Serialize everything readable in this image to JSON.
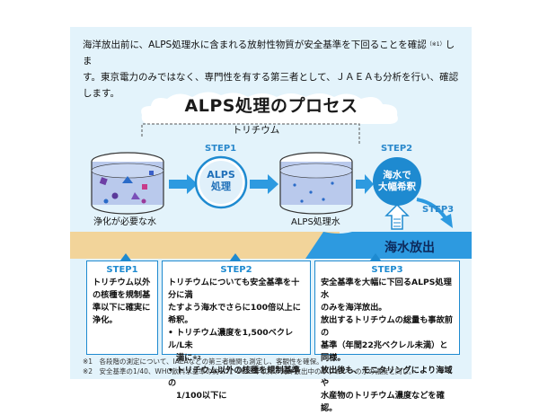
{
  "intro": {
    "line1": "海洋放出前に、ALPS処理水に含まれる放射性物質が安全基準を下回ることを確認",
    "note_mark": "（※1）",
    "line1_end": "しま",
    "line2": "す。東京電力のみではなく、専門性を有する第三者として、ＪＡＥＡも分析を行い、確認します。"
  },
  "title": "ALPS処理のプロセス",
  "diagram": {
    "tritium_label": "トリチウム",
    "step1_tag": "STEP1",
    "step2_tag": "STEP2",
    "step3_tag": "STEP3",
    "circle_alps_line1": "ALPS",
    "circle_alps_line2": "処理",
    "circle_sea_line1": "海水で",
    "circle_sea_line2": "大幅希釈",
    "tank_left_label": "浄化が必要な水",
    "tank_right_label": "ALPS処理水",
    "release_label": "海水放出"
  },
  "boxes": {
    "step1": {
      "head": "STEP1",
      "lines": [
        "トリチウム以外",
        "の核種を規制基",
        "準以下に確実に",
        "浄化。"
      ]
    },
    "step2": {
      "head": "STEP2",
      "lines": [
        "トリチウムについても安全基準を十分に満",
        "たすよう海水でさらに100倍以上に希釈。"
      ],
      "bullet1_a": "トリチウム濃度を1,500ベクレル/L未",
      "bullet1_b": "満に",
      "bullet1_note": "※2",
      "bullet2_a": "トリチウム以外の核種を規制基準の",
      "bullet2_b": "1/100以下に"
    },
    "step3": {
      "head": "STEP3",
      "lines": [
        "安全基準を大幅に下回るALPS処理水",
        "のみを海洋放出。",
        "放出するトリチウムの総量も事故前の",
        "基準（年間22兆ベクレル未満）と同様。",
        "放出後も、モニタリングにより海域や",
        "水産物のトリチウム濃度などを確認。"
      ]
    }
  },
  "notes": {
    "note1": "※1　各段階の測定について、IAEAなどの第三者機関も測定し、客観性を確保。",
    "note2": "※2　安全基準の1/40、WHO飲料水基準の約1/7。2015年以降、海洋放出中のサブドレンの水の濃度と同じ。"
  },
  "colors": {
    "panel_bg": "#e3f3fb",
    "accent_blue": "#1e8ad0",
    "deep_blue": "#0d5fa8",
    "sand": "#f2d49a",
    "sea": "#2d9ae0"
  }
}
